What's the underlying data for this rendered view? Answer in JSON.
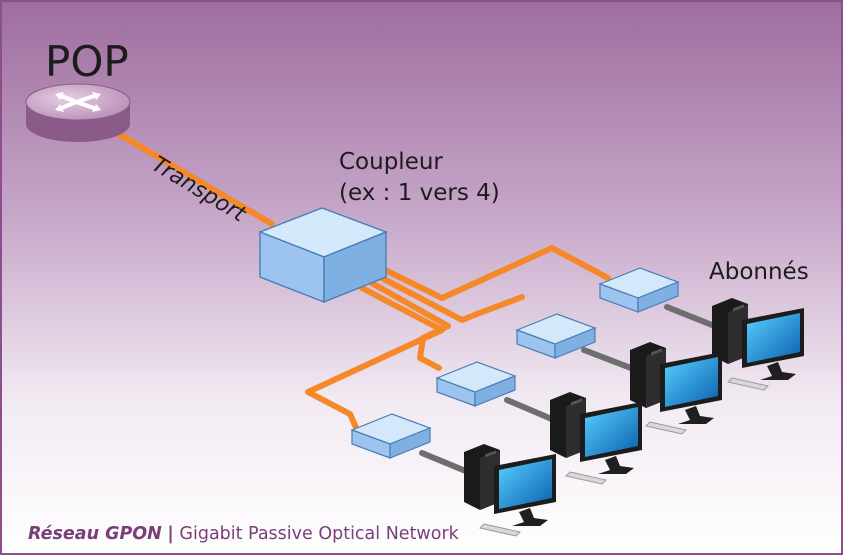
{
  "diagram": {
    "pop_label": "POP",
    "transport_label": "Transport",
    "coupler_label": "Coupleur\n(ex : 1 vers 4)",
    "subscribers_label": "Abonnés",
    "icons": [
      "router-icon",
      "coupler-box",
      "ont-box",
      "computer-icon"
    ],
    "colors": {
      "background_top": "#9e6d9f",
      "background_bottom": "#ffffff",
      "fiber": "#f5892a",
      "device": "#9cc4ee",
      "border": "#8c4e8c"
    }
  },
  "caption": {
    "title": "Réseau GPON",
    "separator": "|",
    "subtitle": "Gigabit Passive Optical Network"
  }
}
